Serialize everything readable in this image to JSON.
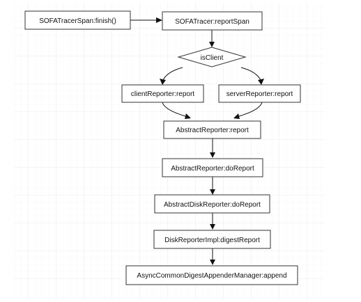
{
  "diagram": {
    "nodes": {
      "finish": "SOFATracerSpan:finish()",
      "report_span": "SOFATracer:reportSpan",
      "is_client": "isClient",
      "client_reporter": "clientReporter:report",
      "server_reporter": "serverReporter:report",
      "abstract_report": "AbstractReporter:report",
      "abstract_do_report": "AbstractReporter:doReport",
      "abstract_disk_do_report": "AbstractDiskReporter:doReport",
      "digest_report": "DiskReporterImpl:digestReport",
      "append": "AsyncCommonDigestAppenderManager:append"
    },
    "edges": [
      [
        "finish",
        "report_span"
      ],
      [
        "report_span",
        "is_client"
      ],
      [
        "is_client",
        "client_reporter"
      ],
      [
        "is_client",
        "server_reporter"
      ],
      [
        "client_reporter",
        "abstract_report"
      ],
      [
        "server_reporter",
        "abstract_report"
      ],
      [
        "abstract_report",
        "abstract_do_report"
      ],
      [
        "abstract_do_report",
        "abstract_disk_do_report"
      ],
      [
        "abstract_disk_do_report",
        "digest_report"
      ],
      [
        "digest_report",
        "append"
      ]
    ]
  }
}
